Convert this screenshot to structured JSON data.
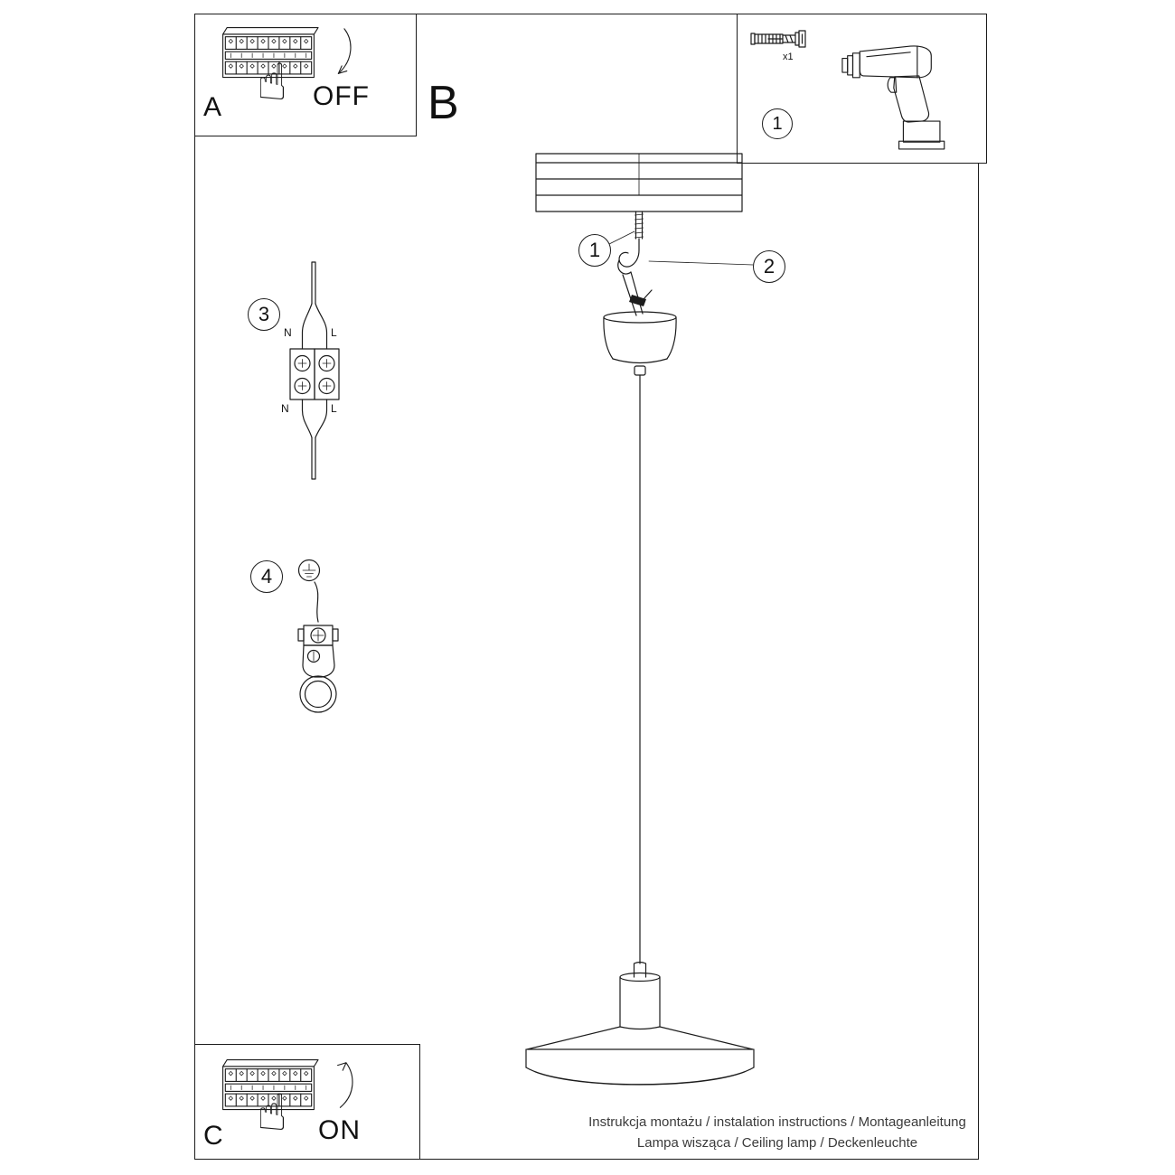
{
  "panel_a": {
    "letter": "A",
    "state": "OFF"
  },
  "panel_c": {
    "letter": "C",
    "state": "ON"
  },
  "section_b": {
    "letter": "B"
  },
  "parts_box": {
    "step_number": "1",
    "anchor_quantity": "x1"
  },
  "callouts": {
    "screw": "1",
    "hook": "2",
    "wiring": "3",
    "ground": "4"
  },
  "wiring": {
    "top_n": "N",
    "top_l": "L",
    "bottom_n": "N",
    "bottom_l": "L"
  },
  "icons": {
    "hand_up": "☝"
  },
  "colors": {
    "line": "#1c1c1c",
    "footer_text": "#3b3b3b"
  },
  "footer": {
    "line1": "Instrukcja montażu / instalation instructions / Montageanleitung",
    "line2": "Lampa wisząca / Ceiling lamp / Deckenleuchte"
  }
}
